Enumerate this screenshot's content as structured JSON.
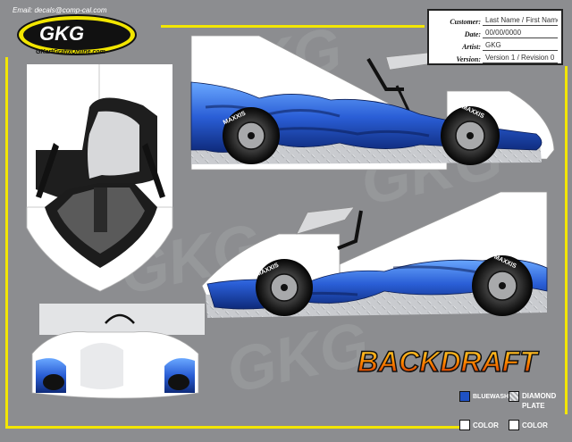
{
  "header": {
    "email": "Email: decals@comp-cal.com",
    "logo_text": "GKG",
    "logo_url": "GKartGrafixOnline.com"
  },
  "info_box": {
    "customer_label": "Customer:",
    "customer_value": "Last Name / First Name",
    "date_label": "Date:",
    "date_value": "00/00/0000",
    "artist_label": "Artist:",
    "artist_value": "GKG",
    "version_label": "Version:",
    "version_value": "Version 1 / Revision 0"
  },
  "tire_brand": "MAXXIS",
  "brand_logo": "BACKDRAFT",
  "legend": {
    "bluewash": "BLUEWASH",
    "diamond_plate_1": "DIAMOND",
    "diamond_plate_2": "PLATE",
    "color_1": "COLOR",
    "color_2": "COLOR"
  },
  "colors": {
    "background": "#8c8d90",
    "accent_yellow": "#f2e600",
    "flame_blue": "#1f52c4",
    "body_white": "#ffffff"
  }
}
